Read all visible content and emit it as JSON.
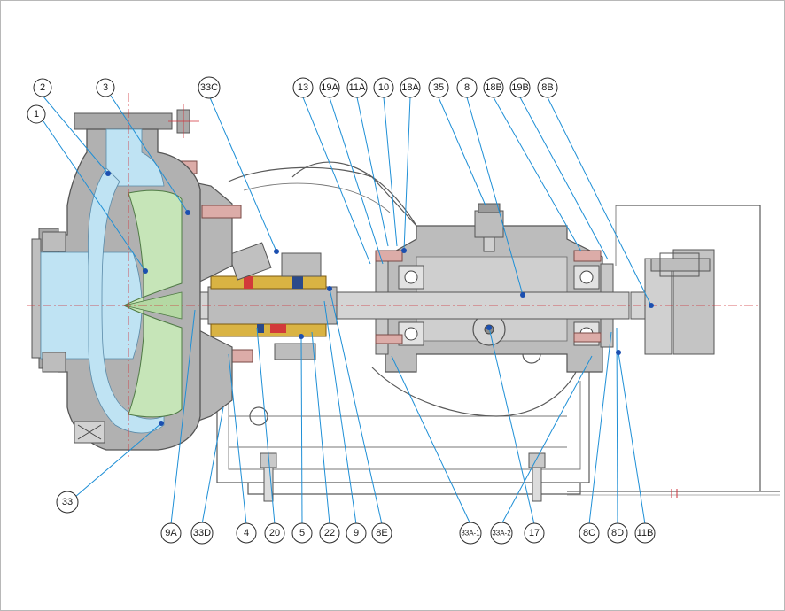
{
  "colors": {
    "casing": "#bfe3f3",
    "impeller": "#c6e5b8",
    "metal": "#b9b9b9",
    "metal_dark": "#8e8e8e",
    "leader": "#1e8fd6",
    "centerline": "#d0323a",
    "seal_brass": "#d9b343",
    "seal_red": "#d23a3a"
  },
  "callouts": {
    "c2": "2",
    "c1": "1",
    "c3": "3",
    "c33c": "33C",
    "c13": "13",
    "c19a": "19A",
    "c11a": "11A",
    "c10": "10",
    "c18a": "18A",
    "c35": "35",
    "c8": "8",
    "c18b": "18B",
    "c19b": "19B",
    "c8b": "8B",
    "c33": "33",
    "c9a": "9A",
    "c33d": "33D",
    "c4": "4",
    "c20": "20",
    "c5": "5",
    "c22": "22",
    "c9": "9",
    "c8e": "8E",
    "c33a1": "33A-1",
    "c33a2": "33A-2",
    "c17": "17",
    "c8c": "8C",
    "c8d": "8D",
    "c11b": "11B"
  }
}
